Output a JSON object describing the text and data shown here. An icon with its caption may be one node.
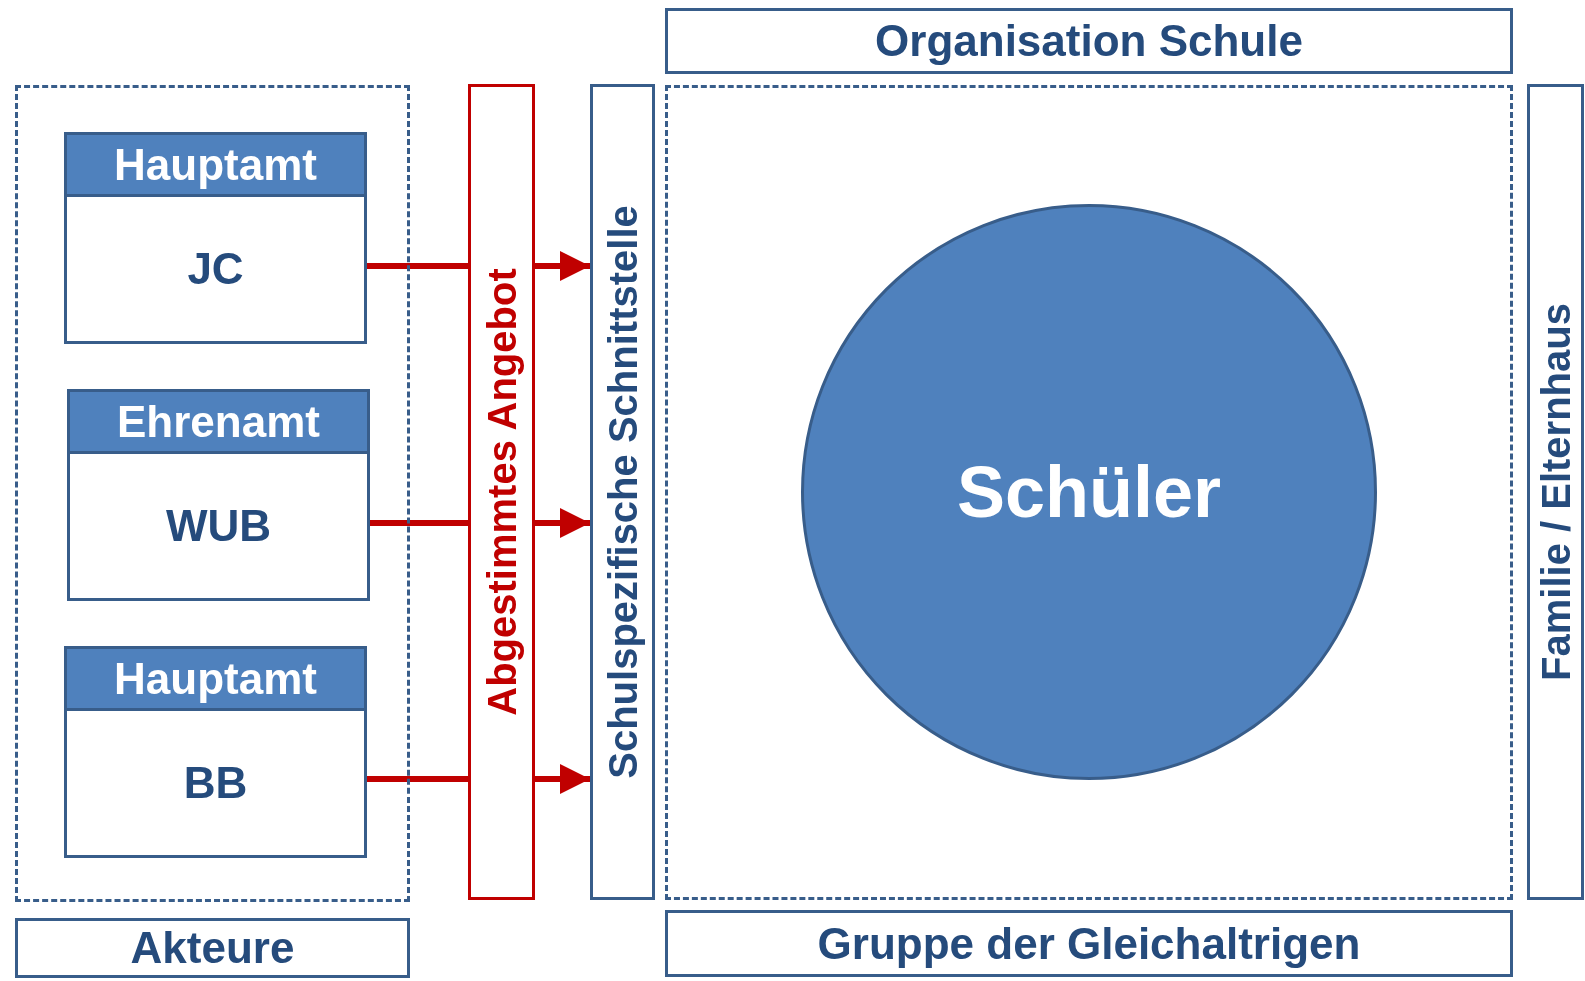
{
  "diagram": {
    "nodes": [
      {
        "text": [],
        "shape": "box"
      },
      {
        "text": [
          "Hauptamt",
          "JC"
        ],
        "in": 0
      },
      {
        "text": [
          "Ehrenamt",
          "WUB"
        ],
        "in": 0
      },
      {
        "text": [
          "Hauptamt",
          "BB"
        ],
        "in": 0
      },
      {
        "text": [
          "Akteure"
        ]
      },
      {
        "text": [
          "Abgestimmtes Angebot"
        ]
      },
      {
        "text": [
          "Schulspezifische Schnittstelle"
        ]
      },
      {
        "text": [
          "Organisation Schule"
        ]
      },
      {
        "text": [],
        "shape": "box"
      },
      {
        "text": [
          "Schüler"
        ],
        "in": 8
      },
      {
        "text": [
          "Gruppe der Gleichaltrigen"
        ]
      },
      {
        "text": [
          "Familie / Elternhaus"
        ]
      }
    ],
    "edges": [
      {
        "from": 1,
        "to": 5,
        "arrow": "none"
      },
      {
        "from": 5,
        "to": 6,
        "arrow": "to"
      },
      {
        "from": 2,
        "to": 5,
        "arrow": "none"
      },
      {
        "from": 5,
        "to": 6,
        "arrow": "to"
      },
      {
        "from": 3,
        "to": 5,
        "arrow": "none"
      },
      {
        "from": 5,
        "to": 6,
        "arrow": "to"
      }
    ]
  }
}
